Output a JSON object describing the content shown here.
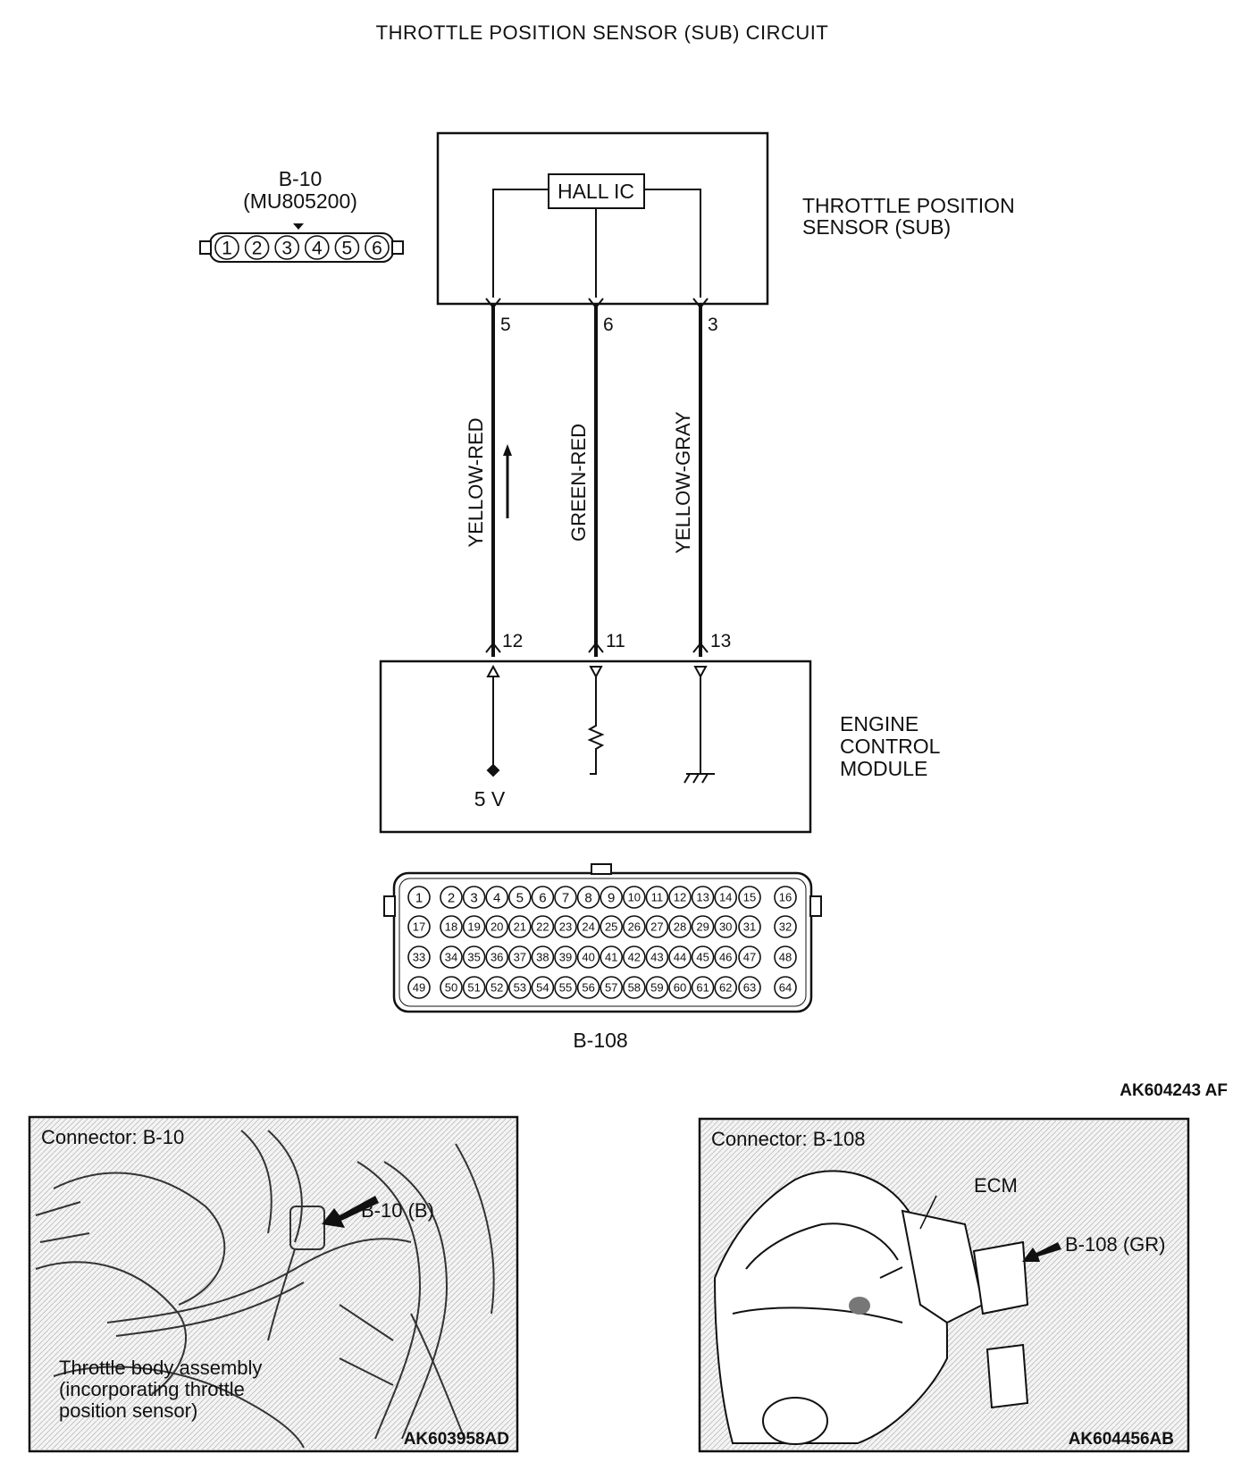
{
  "title": "THROTTLE POSITION SENSOR (SUB) CIRCUIT",
  "sensor_connector": {
    "name": "B-10",
    "part_number": "(MU805200)",
    "pins": [
      "1",
      "2",
      "3",
      "4",
      "5",
      "6"
    ]
  },
  "sensor": {
    "label_line1": "THROTTLE POSITION",
    "label_line2": "SENSOR (SUB)",
    "ic_label": "HALL IC"
  },
  "wires": [
    {
      "sensor_pin": "5",
      "color": "YELLOW-RED",
      "ecm_pin": "12"
    },
    {
      "sensor_pin": "6",
      "color": "GREEN-RED",
      "ecm_pin": "11"
    },
    {
      "sensor_pin": "3",
      "color": "YELLOW-GRAY",
      "ecm_pin": "13"
    }
  ],
  "ecm": {
    "label_line1": "ENGINE",
    "label_line2": "CONTROL",
    "label_line3": "MODULE",
    "supply_label": "5 V"
  },
  "ecm_connector": {
    "name": "B-108",
    "rows": [
      [
        "1",
        "2",
        "3",
        "4",
        "5",
        "6",
        "7",
        "8",
        "9",
        "10",
        "11",
        "12",
        "13",
        "14",
        "15",
        "16"
      ],
      [
        "17",
        "18",
        "19",
        "20",
        "21",
        "22",
        "23",
        "24",
        "25",
        "26",
        "27",
        "28",
        "29",
        "30",
        "31",
        "32"
      ],
      [
        "33",
        "34",
        "35",
        "36",
        "37",
        "38",
        "39",
        "40",
        "41",
        "42",
        "43",
        "44",
        "45",
        "46",
        "47",
        "48"
      ],
      [
        "49",
        "50",
        "51",
        "52",
        "53",
        "54",
        "55",
        "56",
        "57",
        "58",
        "59",
        "60",
        "61",
        "62",
        "63",
        "64"
      ]
    ]
  },
  "diagram_code": "AK604243 AF",
  "photo_left": {
    "title": "Connector: B-10",
    "callout": "B-10 (B)",
    "caption_line1": "Throttle body assembly",
    "caption_line2": "(incorporating throttle",
    "caption_line3": "position sensor)",
    "code": "AK603958AD"
  },
  "photo_right": {
    "title": "Connector: B-108",
    "ecm_label": "ECM",
    "callout": "B-108 (GR)",
    "code": "AK604456AB"
  }
}
